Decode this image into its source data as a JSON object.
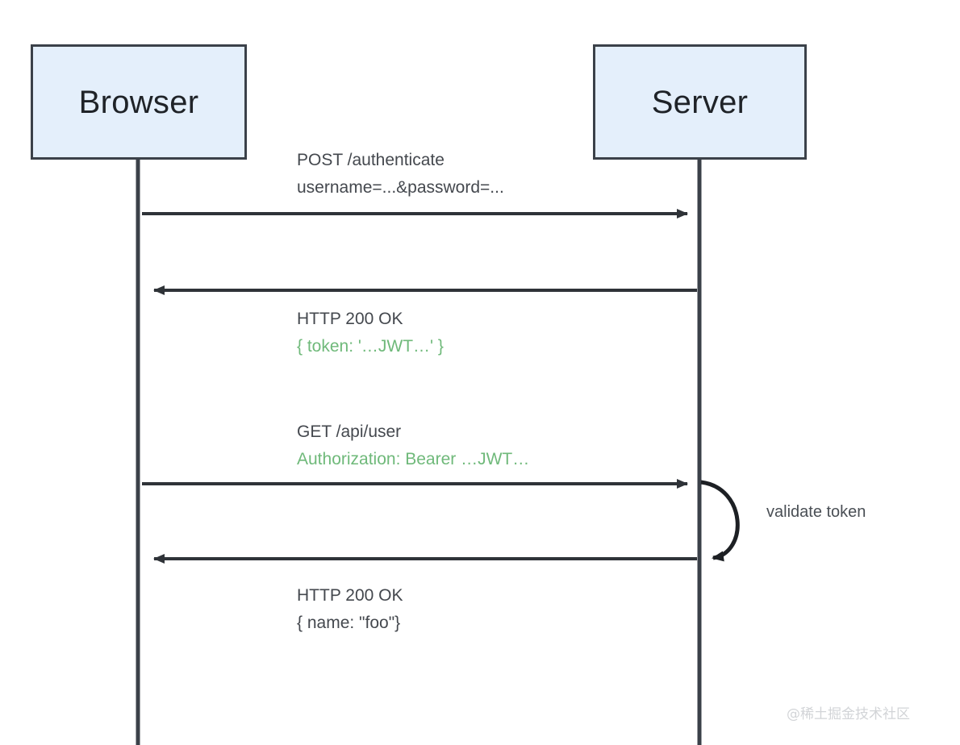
{
  "diagram": {
    "title": "JWT authentication sequence diagram",
    "participants": [
      {
        "id": "browser",
        "label": "Browser"
      },
      {
        "id": "server",
        "label": "Server"
      }
    ],
    "colors": {
      "participant_fill": "#e4effb",
      "participant_border": "#3b4149",
      "lifeline": "#3b4149",
      "arrow": "#2f3338",
      "text_dark": "#44484e",
      "text_green": "#6fb97a",
      "watermark": "#d2d4d7",
      "background": "#ffffff"
    },
    "messages": [
      {
        "id": "post-authenticate",
        "from": "browser",
        "to": "server",
        "direction": "right",
        "lines": [
          {
            "text": "POST /authenticate",
            "color": "dark"
          },
          {
            "text": "username=...&password=...",
            "color": "dark"
          }
        ]
      },
      {
        "id": "response-token",
        "from": "server",
        "to": "browser",
        "direction": "left",
        "lines": [
          {
            "text": "HTTP 200 OK",
            "color": "dark"
          },
          {
            "text": "{ token: '…JWT…' }",
            "color": "green"
          }
        ]
      },
      {
        "id": "get-api-user",
        "from": "browser",
        "to": "server",
        "direction": "right",
        "lines": [
          {
            "text": "GET /api/user",
            "color": "dark"
          },
          {
            "text": "Authorization: Bearer …JWT…",
            "color": "green"
          }
        ]
      },
      {
        "id": "response-user",
        "from": "server",
        "to": "browser",
        "direction": "left",
        "lines": [
          {
            "text": "HTTP 200 OK",
            "color": "dark"
          },
          {
            "text": "{ name: \"foo\"}",
            "color": "dark"
          }
        ]
      }
    ],
    "self_message": {
      "id": "validate-token",
      "on": "server",
      "label": "validate token"
    },
    "watermark": "@稀土掘金技术社区"
  }
}
